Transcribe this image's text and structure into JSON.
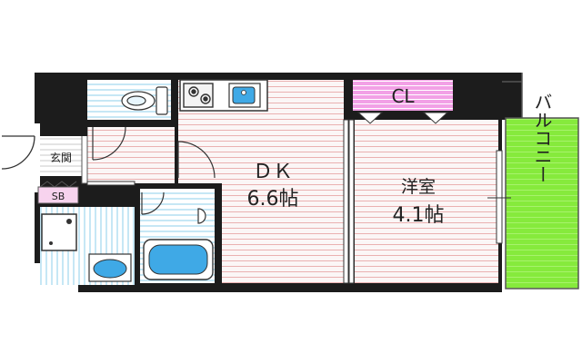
{
  "rooms": {
    "dk": {
      "name": "ＤＫ",
      "size": "6.6帖"
    },
    "western": {
      "name": "洋室",
      "size": "4.1帖"
    },
    "closet": {
      "name": "CL"
    },
    "entrance": {
      "name": "玄関"
    },
    "shoebox": {
      "name": "SB"
    },
    "balcony": {
      "name": "バルコニー"
    }
  },
  "colors": {
    "wall": "#1c1c1c",
    "floor_lines": "#e6a0a0",
    "wet_area": "#9fd7ef",
    "closet_fill": "#f2a0e6",
    "balcony_fill": "#86ea3c",
    "fixture_blue": "#3fa9e6"
  },
  "icons": [
    "stove-icon",
    "kitchen-sink-icon",
    "toilet-icon",
    "washbasin-icon",
    "bathtub-icon",
    "washer-pan-icon"
  ]
}
